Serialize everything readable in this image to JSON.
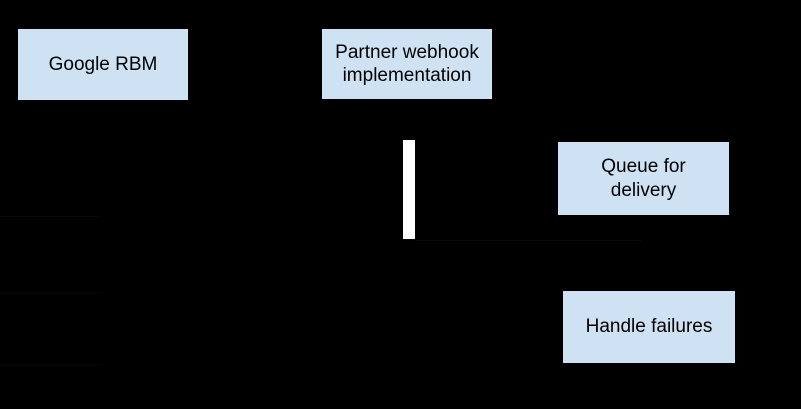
{
  "canvas": {
    "background_color": "#000000"
  },
  "diagram": {
    "type": "sequence",
    "colors": {
      "node_fill": "#cfe2f3",
      "node_text": "#000000",
      "activation_bar": "#ffffff"
    },
    "nodes": [
      {
        "id": "google-rbm",
        "label": "Google RBM"
      },
      {
        "id": "partner-webhook-implementation",
        "label": "Partner webhook implementation"
      },
      {
        "id": "queue-for-delivery",
        "label": "Queue for delivery"
      },
      {
        "id": "handle-failures",
        "label": "Handle failures"
      }
    ]
  }
}
